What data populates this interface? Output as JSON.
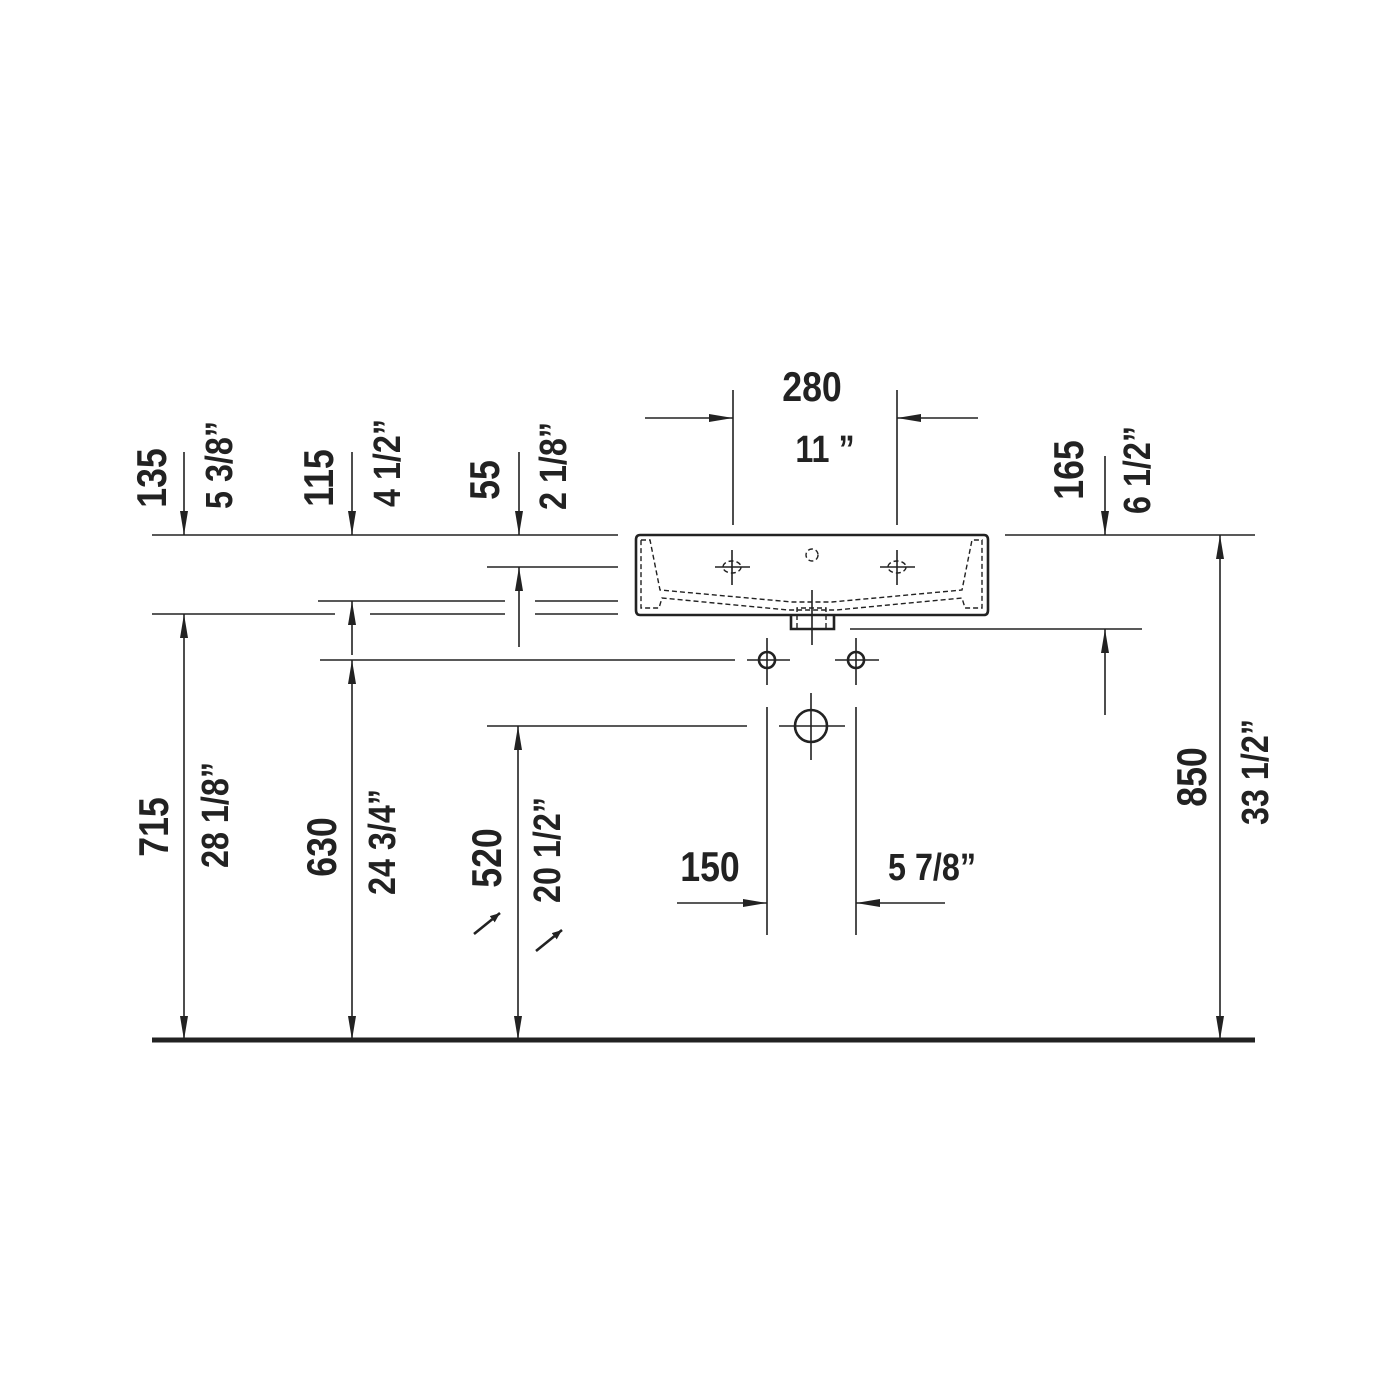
{
  "drawing": {
    "top_dims": [
      {
        "mm": "135",
        "inch": "5 3/8”"
      },
      {
        "mm": "115",
        "inch": "4 1/2”"
      },
      {
        "mm": "55",
        "inch": "2 1/8”"
      },
      {
        "mm": "165",
        "inch": "6 1/2”"
      }
    ],
    "tap_spacing": {
      "mm": "280",
      "inch": "11 ”"
    },
    "height_dims": [
      {
        "mm": "715",
        "inch": "28 1/8”"
      },
      {
        "mm": "630",
        "inch": "24 3/4”"
      },
      {
        "mm": "520",
        "inch": "20 1/2”"
      },
      {
        "mm": "850",
        "inch": "33 1/2”"
      }
    ],
    "supply_spacing": {
      "mm": "150",
      "inch": "5 7/8”"
    },
    "line_color": "#222222"
  }
}
